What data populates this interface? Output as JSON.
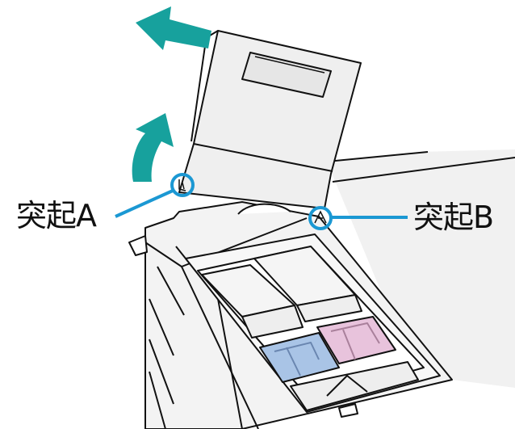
{
  "callouts": {
    "a": {
      "label": "突起A"
    },
    "b": {
      "label": "突起B"
    }
  },
  "colors": {
    "arrow": "#17a19d",
    "callout": "#1b98d3",
    "blue_compartment": "#a9c4e6",
    "pink_compartment": "#e8c3dc",
    "panel": "#efefef"
  },
  "icons": [
    "arrow-left-up",
    "arrow-curved-up",
    "protrusion-a-icon",
    "protrusion-b-icon"
  ]
}
